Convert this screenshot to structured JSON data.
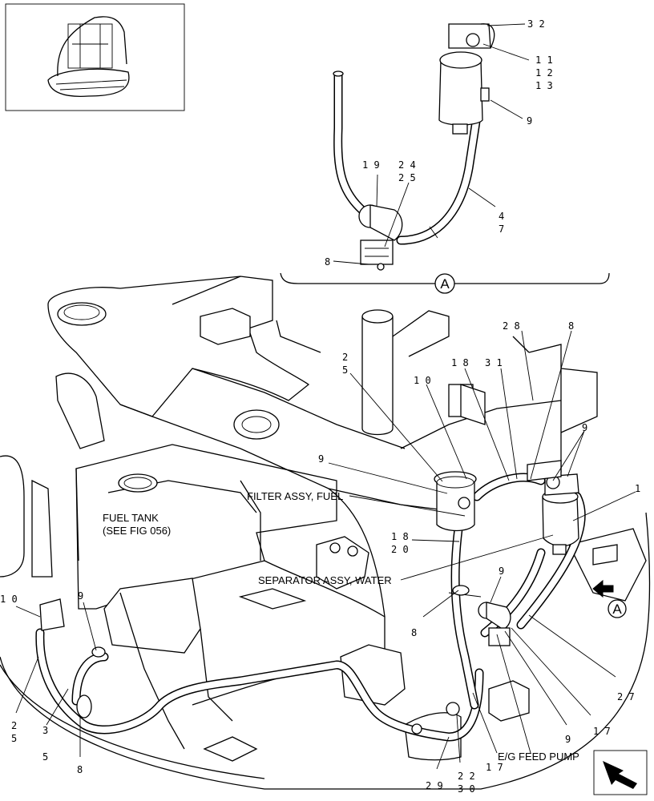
{
  "view_marker": "A",
  "labels": {
    "filter_assy": "FILTER ASSY, FUEL",
    "fuel_tank_1": "FUEL TANK",
    "fuel_tank_2": "(SEE FIG 056)",
    "separator_assy": "SEPARATOR ASSY, WATER",
    "feed_pump": "E/G FEED PUMP"
  },
  "callouts": {
    "c32": "3 2",
    "c11": "1 1",
    "c12": "1 2",
    "c13": "1 3",
    "c9_top": "9",
    "c19": "1 9",
    "c24": "2 4",
    "c25_top": "2 5",
    "c47_4": "4",
    "c47_7": "7",
    "c8_top": "8",
    "c28": "2 8",
    "c8_r": "8",
    "c2_5a": "2",
    "c2_5b": "5",
    "c10_mid": "1 0",
    "c18_up": "1 8",
    "c31": "3 1",
    "c9_r": "9",
    "c1": "1",
    "c9_mid": "9",
    "c18": "1 8",
    "c20": "2 0",
    "c9_pump": "9",
    "c8_mid": "8",
    "c27": "2 7",
    "c10_left": "1 0",
    "c9_left": "9",
    "c25_2": "2",
    "c25_5": "5",
    "c35_3": "3",
    "c35_5": "5",
    "c8_bot": "8",
    "c29": "2 9",
    "c22": "2 2",
    "c30": "3 0",
    "c17_a": "1 7",
    "c9_bot": "9",
    "c17_b": "1 7"
  },
  "icons": [
    "machine-overview-thumbnail",
    "view-direction-arrow",
    "navigation-arrow-icon"
  ]
}
